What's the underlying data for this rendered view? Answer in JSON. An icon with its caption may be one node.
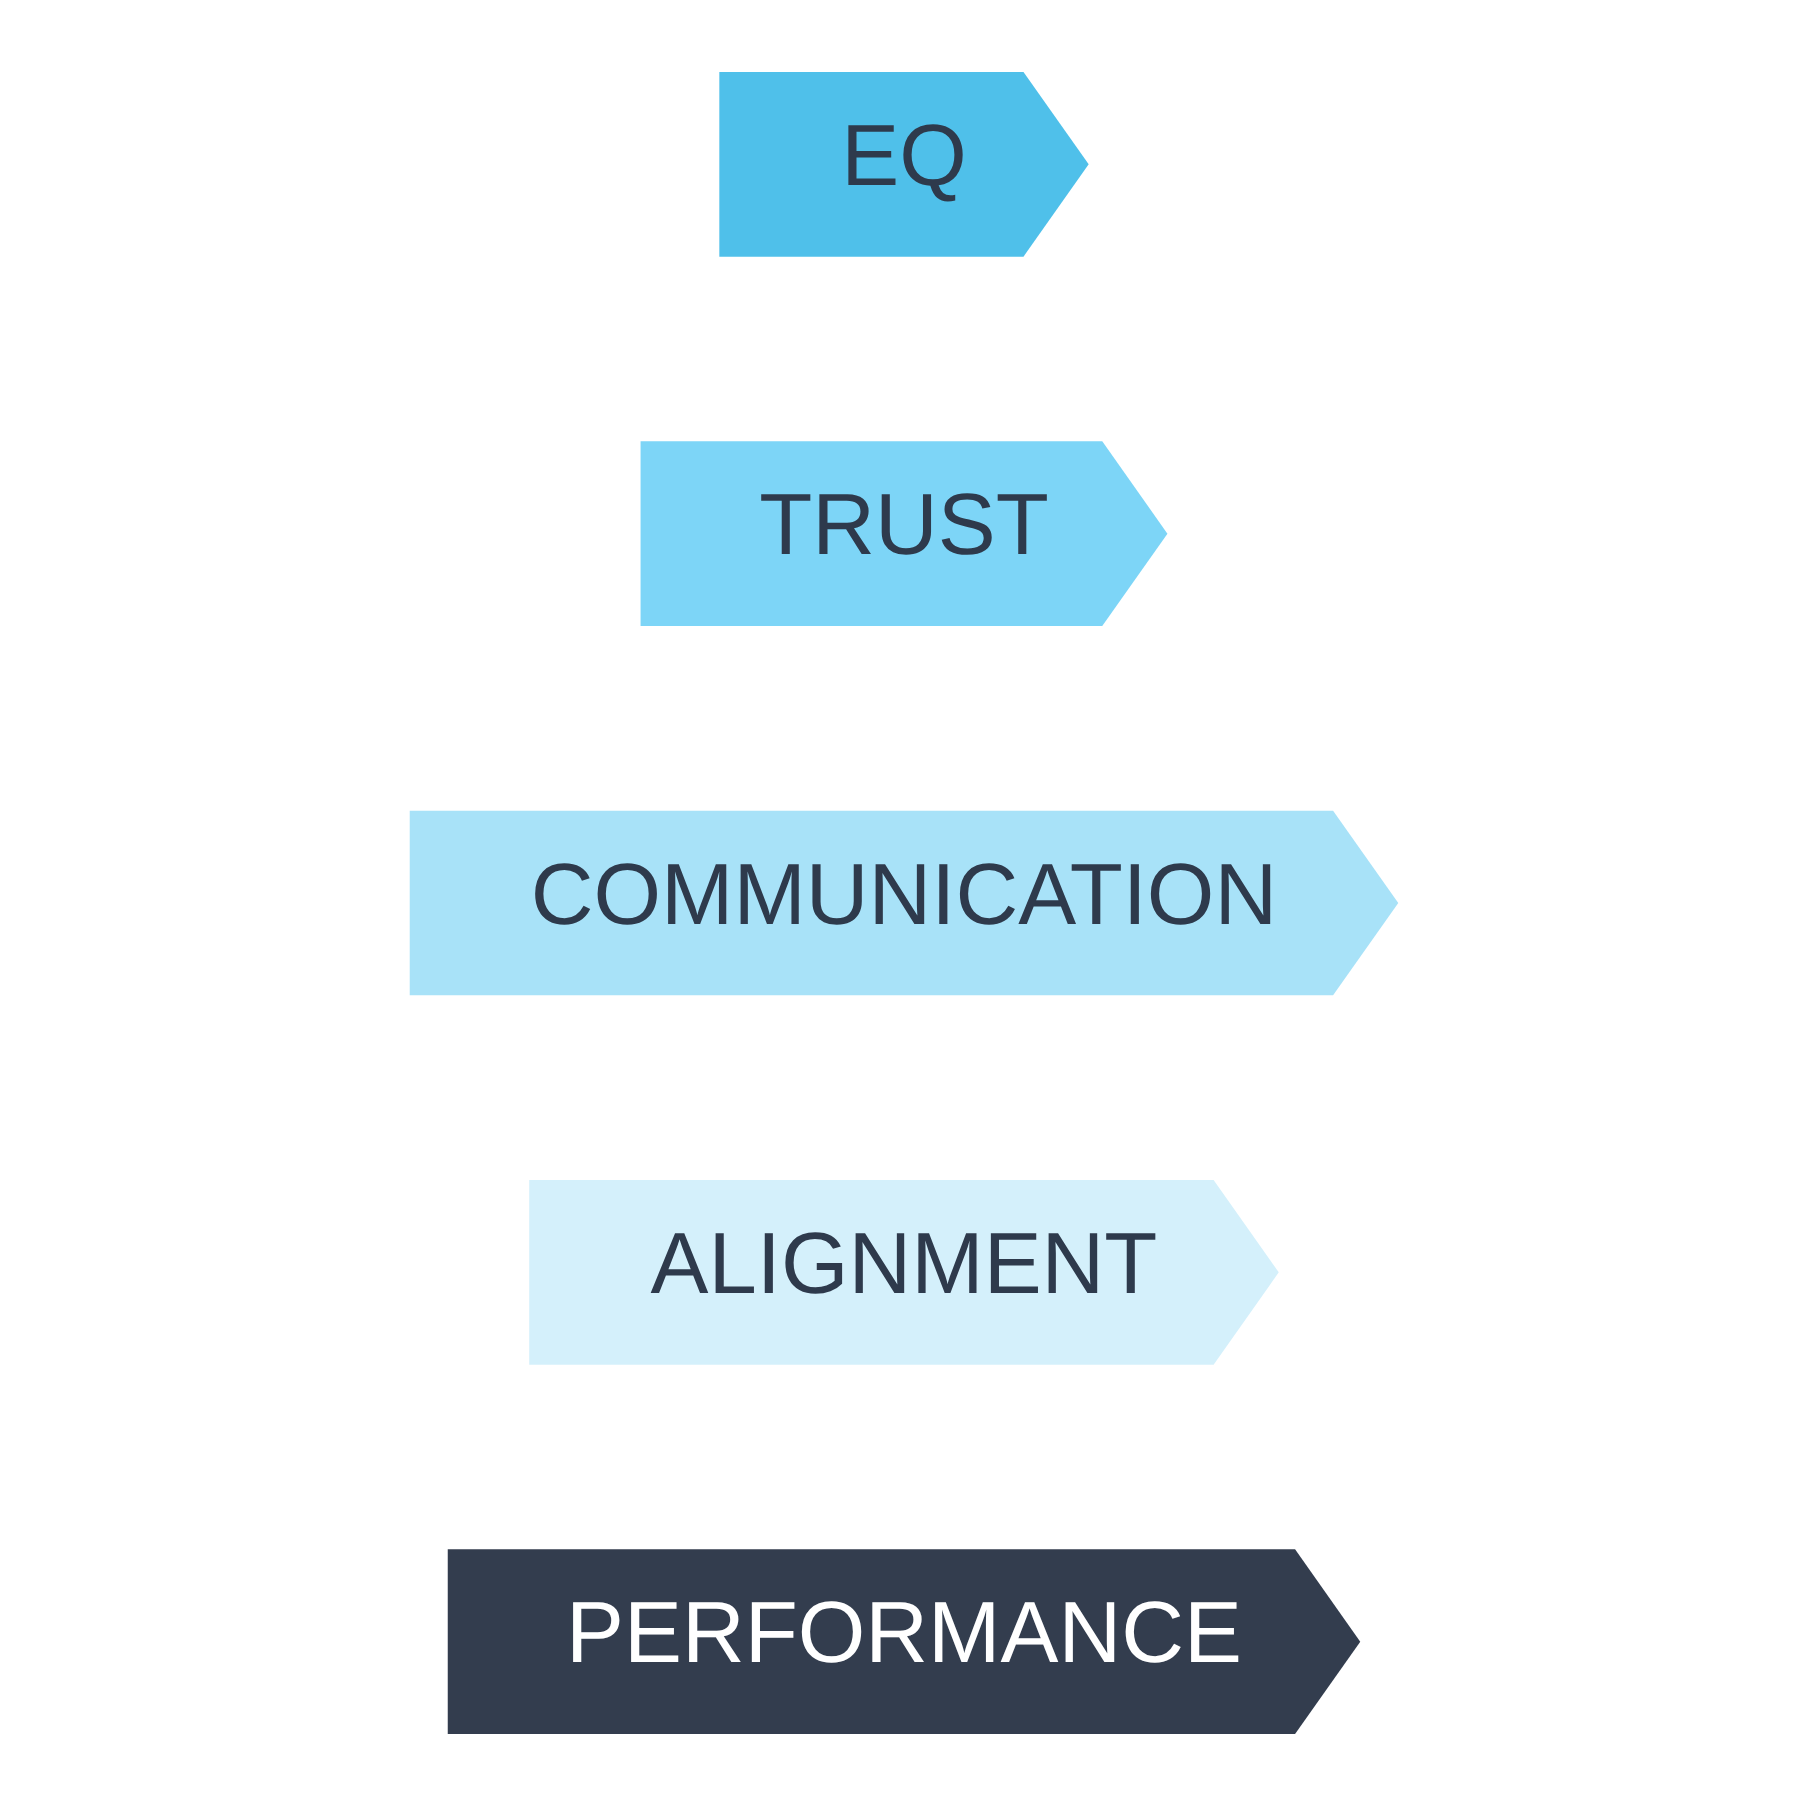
{
  "diagram": {
    "nodes": [
      {
        "text": [
          "EQ"
        ]
      },
      {
        "text": [
          "TRUST"
        ]
      },
      {
        "text": [
          "COMMUNICATION"
        ]
      },
      {
        "text": [
          "ALIGNMENT"
        ]
      },
      {
        "text": [
          "PERFORMANCE"
        ]
      }
    ]
  }
}
